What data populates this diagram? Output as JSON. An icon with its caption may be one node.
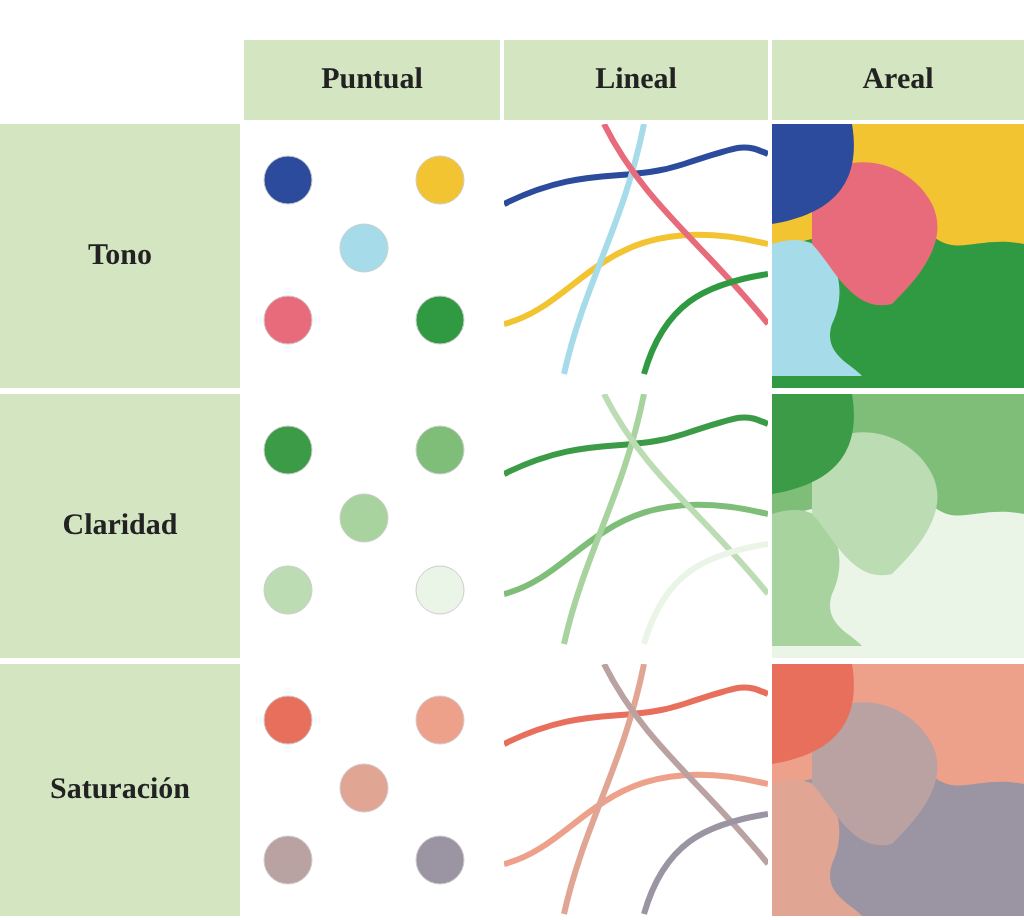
{
  "diagram": {
    "labels": [
      "Puntual",
      "Lineal",
      "Areal",
      "Tono",
      "Claridad",
      "Saturación"
    ]
  }
}
